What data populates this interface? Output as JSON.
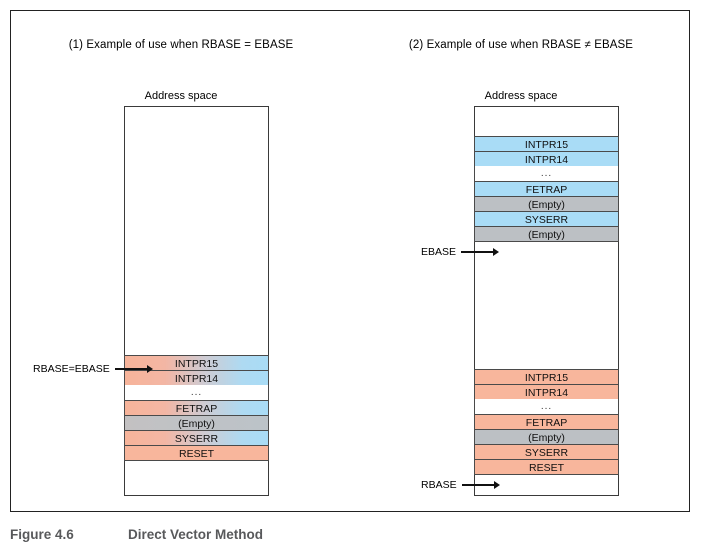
{
  "figure": {
    "caption_number": "Figure 4.6",
    "caption_title": "Direct Vector Method"
  },
  "colors": {
    "exception_vector_blue": "#a9dcf6",
    "reset_vector_salmon": "#f8b69c",
    "empty_gray": "#bcc0c4",
    "caption_text": "#58595b",
    "border": "#3a3a3a"
  },
  "panels": [
    {
      "id": "rbase-equals-ebase",
      "title": "(1) Example of use when RBASE = EBASE",
      "address_space_label": "Address space",
      "pointers": [
        {
          "label": "RBASE=EBASE",
          "target_row": "RESET"
        }
      ],
      "vector_table": [
        {
          "label": "INTPR15",
          "fill": "blend"
        },
        {
          "label": "INTPR14",
          "fill": "blend"
        },
        {
          "label": "...",
          "fill": "ellipsis"
        },
        {
          "label": "FETRAP",
          "fill": "blend"
        },
        {
          "label": "(Empty)",
          "fill": "gapblend"
        },
        {
          "label": "SYSERR",
          "fill": "blend"
        },
        {
          "label": "RESET",
          "fill": "salmon"
        }
      ]
    },
    {
      "id": "rbase-not-equals-ebase",
      "title": "(2) Example of use when RBASE ≠ EBASE",
      "address_space_label": "Address space",
      "pointers": [
        {
          "label": "EBASE",
          "target_row": "(Empty)"
        },
        {
          "label": "RBASE",
          "target_row": "RESET"
        }
      ],
      "exception_table": [
        {
          "label": "INTPR15",
          "fill": "blue"
        },
        {
          "label": "INTPR14",
          "fill": "blue"
        },
        {
          "label": "...",
          "fill": "ellipsis"
        },
        {
          "label": "FETRAP",
          "fill": "blue"
        },
        {
          "label": "(Empty)",
          "fill": "gray"
        },
        {
          "label": "SYSERR",
          "fill": "blue"
        },
        {
          "label": "(Empty)",
          "fill": "gray"
        }
      ],
      "reset_table": [
        {
          "label": "INTPR15",
          "fill": "salmon"
        },
        {
          "label": "INTPR14",
          "fill": "salmon"
        },
        {
          "label": "...",
          "fill": "ellipsis"
        },
        {
          "label": "FETRAP",
          "fill": "salmon"
        },
        {
          "label": "(Empty)",
          "fill": "gray"
        },
        {
          "label": "SYSERR",
          "fill": "salmon"
        },
        {
          "label": "RESET",
          "fill": "salmon"
        }
      ]
    }
  ]
}
